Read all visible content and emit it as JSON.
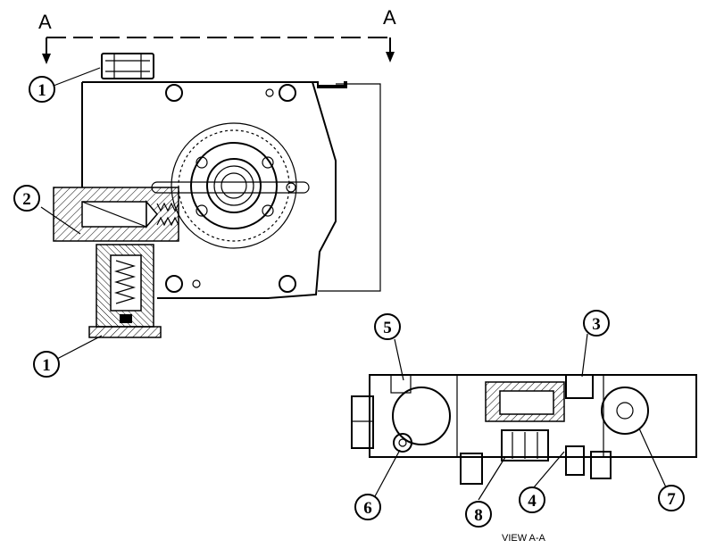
{
  "section_marks": {
    "left": "A",
    "right": "A"
  },
  "view_caption": "VIEW A-A",
  "callouts": {
    "c1_top": "1",
    "c2": "2",
    "c1_bottom": "1",
    "c5": "5",
    "c3": "3",
    "c6": "6",
    "c8": "8",
    "c4": "4",
    "c7": "7"
  }
}
